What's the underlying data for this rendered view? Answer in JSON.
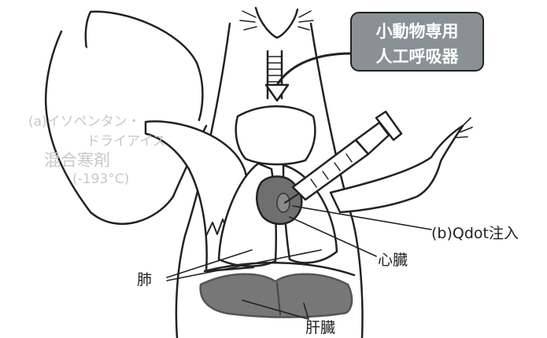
{
  "ventilator_box": {
    "line1": "小動物専用",
    "line2": "人工呼吸器"
  },
  "coolant_labels": {
    "line1": "(a)イソペンタン・",
    "line2": "ドライアイス",
    "line3": "混合寒剤",
    "line4": "(-193°C)"
  },
  "labels": {
    "qdot_injection": "(b)Qdot注入",
    "heart": "心臓",
    "lungs": "肺",
    "liver": "肝臓"
  },
  "colors": {
    "outline": "#222222",
    "box_fill": "#8a9196",
    "heart_fill": "#6f6f6f",
    "liver_fill": "#777777",
    "ghost_text": "#c8c8c8"
  }
}
